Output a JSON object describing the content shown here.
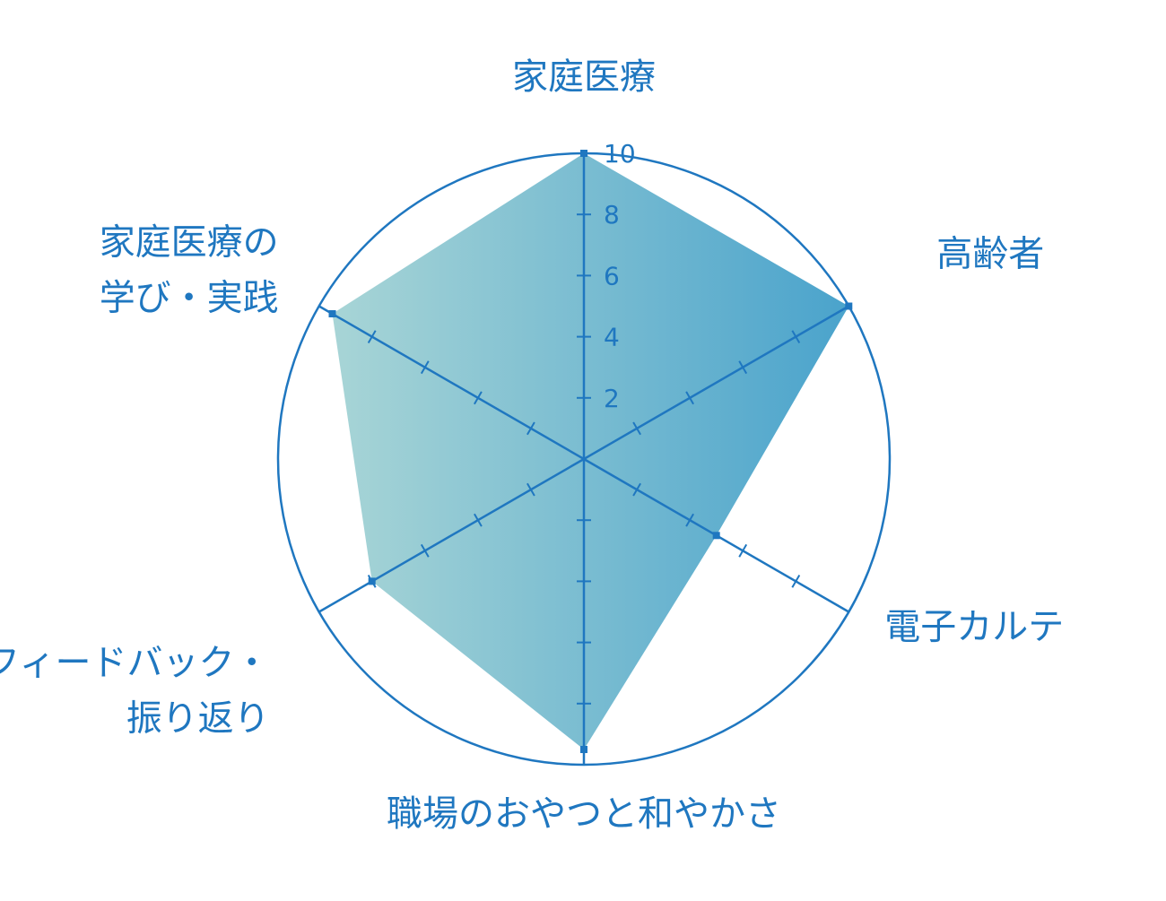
{
  "chart_data": {
    "type": "radar",
    "categories": [
      "家庭医療",
      "高齢者",
      "電子カルテ",
      "職場のおやつと和やかさ",
      "フィードバック・振り返り",
      "家庭医療の学び・実践"
    ],
    "category_lines": [
      [
        "家庭医療"
      ],
      [
        "高齢者"
      ],
      [
        "電子カルテ"
      ],
      [
        "職場のおやつと和やかさ"
      ],
      [
        "フィードバック・",
        "振り返り"
      ],
      [
        "家庭医療の",
        "学び・実践"
      ]
    ],
    "values": [
      10,
      10,
      5,
      9.5,
      8,
      9.5
    ],
    "ylim": [
      0,
      10
    ],
    "ticks": [
      2,
      4,
      6,
      8,
      10
    ],
    "tick_labels": [
      "2",
      "4",
      "6",
      "8",
      "10"
    ],
    "grid": false,
    "legend": "none"
  },
  "colors": {
    "axis": "#1f77c0",
    "text": "#1f77c0",
    "fill_start": "#a8d5d6",
    "fill_end": "#4aa3cc"
  }
}
